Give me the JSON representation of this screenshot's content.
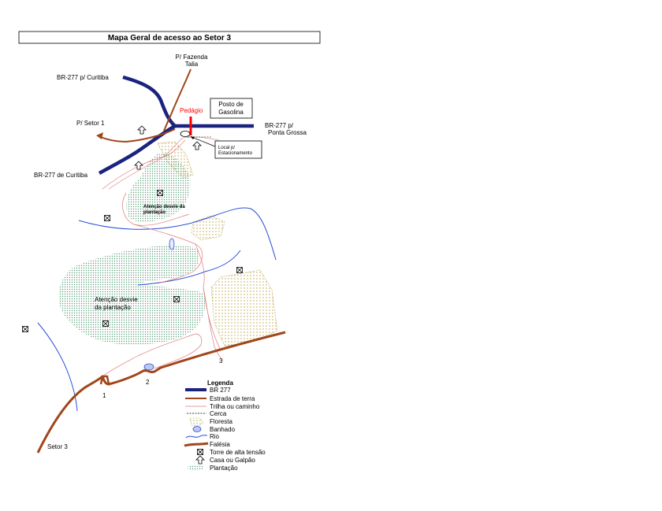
{
  "title": "Mapa Geral de acesso ao Setor 3",
  "colors": {
    "br277": "#1a237e",
    "estrada": "#a0461a",
    "trilha": "#e07a7a",
    "rio": "#2a4fd6",
    "falesia": "#a0461a",
    "pedagio": "#ff0000",
    "plantacao": "#5aa07a",
    "floresta": "#c8b45a"
  },
  "labels": {
    "fazenda": [
      "P/ Fazenda",
      "Talia"
    ],
    "br277_curitiba_top": "BR-277 p/ Curitiba",
    "setor1": "P/ Setor 1",
    "pedagio": "Pedágio",
    "posto": [
      "Posto de",
      "Gasolina"
    ],
    "br277_pg": [
      "BR-277 p/",
      "Ponta Grossa"
    ],
    "estacionamento": [
      "Local p/",
      "Estacionamento"
    ],
    "br277_curitiba_bottom": "BR-277 de Curitiba",
    "atencao_small": [
      "Atenção desvie da",
      "plantação"
    ],
    "atencao_big": [
      "Atenção desvie",
      "da plantação"
    ],
    "point1": "1",
    "point2": "2",
    "point3": "3",
    "setor3": "Setor 3"
  },
  "legend": {
    "title": "Legenda",
    "items": [
      {
        "label": "BR 277",
        "icon": "thick-navy-line"
      },
      {
        "label": "Estrada de terra",
        "icon": "brown-line"
      },
      {
        "label": "Trilha ou caminho",
        "icon": "pink-line"
      },
      {
        "label": "Cerca",
        "icon": "dashed-line"
      },
      {
        "label": "Floresta",
        "icon": "forest-polygon"
      },
      {
        "label": "Banhado",
        "icon": "wetland-ellipse"
      },
      {
        "label": "Rio",
        "icon": "river-wave"
      },
      {
        "label": "Falésia",
        "icon": "cliff-line"
      },
      {
        "label": "Torre de alta tensão",
        "icon": "tower-box"
      },
      {
        "label": "Casa ou Galpão",
        "icon": "house-arrow"
      },
      {
        "label": "Plantação",
        "icon": "plantation-dots"
      }
    ]
  }
}
